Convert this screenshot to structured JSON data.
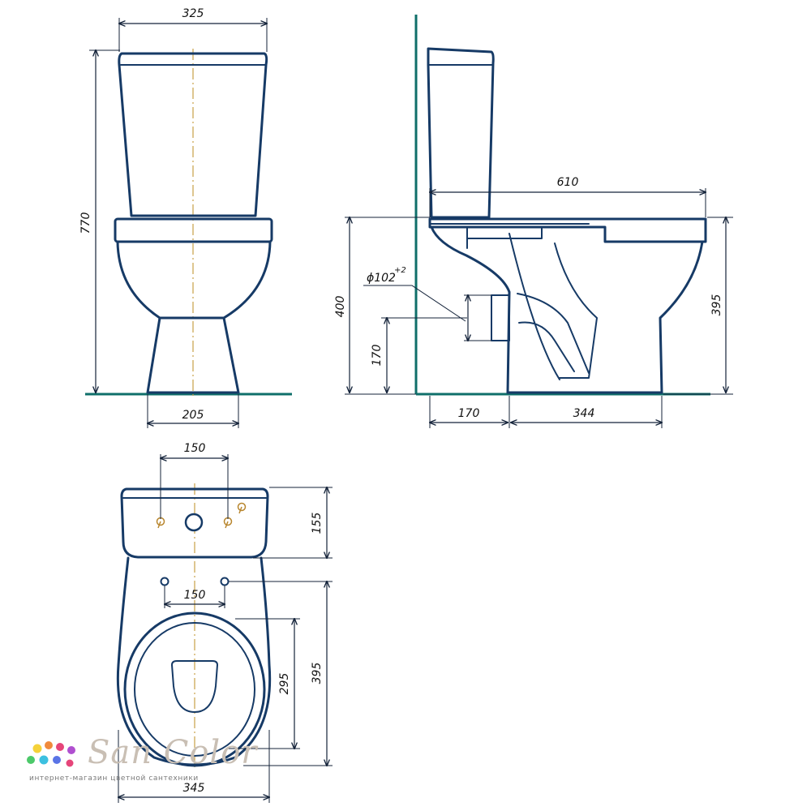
{
  "dimensions": {
    "front_width": "325",
    "front_height": "770",
    "front_base_width": "205",
    "side_depth": "610",
    "side_total_height": "400",
    "side_bowl_height": "395",
    "side_outlet_height": "170",
    "side_outlet_diameter": "ϕ102",
    "side_outlet_tolerance": "+2",
    "side_wall_offset": "170",
    "side_floor_depth": "344",
    "top_tank_holes": "150",
    "top_tank_depth": "155",
    "top_bowl_holes": "150",
    "top_bowl_length": "395",
    "top_seat_length": "295",
    "top_width": "345"
  },
  "brand": {
    "name": "San Color",
    "tagline": "интернет-магазин цветной сантехники"
  },
  "colors": {
    "outline": "#163a66",
    "ground": "#0f6f6a",
    "axis": "#c8a046",
    "logo_dots": [
      "#f5d23a",
      "#f08a3c",
      "#e6457a",
      "#b04fd0",
      "#5a74e6",
      "#3cc0e0",
      "#4cc96a"
    ]
  }
}
